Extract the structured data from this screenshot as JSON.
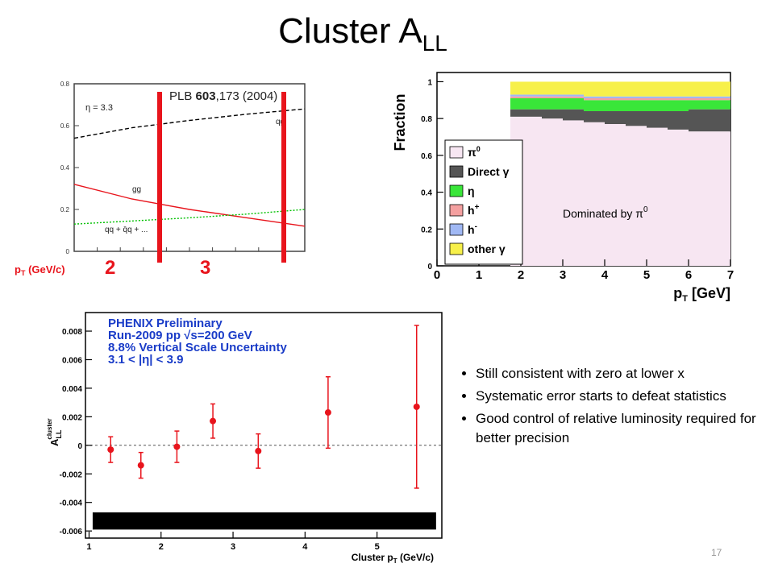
{
  "slide": {
    "title_main": "Cluster A",
    "title_sub": "LL",
    "page_number": "17",
    "bullets": [
      "Still consistent with zero at lower x",
      "Systematic error starts to defeat statistics",
      "Good control of relative luminosity required for better precision"
    ],
    "pt_label_main": "p",
    "pt_label_sub": "T",
    "pt_label_units": "(GeV/c)",
    "pt_marker_2": "2",
    "pt_marker_3": "3",
    "dominated_text": "Dominated by π",
    "dominated_sup": "0",
    "accent_color": "#e8141c"
  },
  "chart_data": [
    {
      "type": "line",
      "annotation_main": "PLB ",
      "annotation_bold": "603",
      "annotation_rest": ",173 (2004)",
      "eta_label": "η = 3.3",
      "ylim": [
        0,
        0.8
      ],
      "y_ticks": [
        "0",
        "0.2",
        "0.4",
        "0.6",
        "0.8"
      ],
      "series": [
        {
          "name": "qg",
          "style": "dashed",
          "color": "#000000",
          "x": [
            0,
            0.25,
            0.5,
            0.75,
            1.0
          ],
          "y": [
            0.54,
            0.59,
            0.625,
            0.655,
            0.68
          ]
        },
        {
          "name": "gg",
          "style": "solid",
          "color": "#e8141c",
          "x": [
            0,
            0.25,
            0.5,
            0.75,
            1.0
          ],
          "y": [
            0.32,
            0.25,
            0.2,
            0.16,
            0.12
          ]
        },
        {
          "name": "qq + q̄q + ...",
          "style": "dotted",
          "color": "#00c000",
          "x": [
            0,
            0.25,
            0.5,
            0.75,
            1.0
          ],
          "y": [
            0.13,
            0.145,
            0.16,
            0.178,
            0.2
          ]
        }
      ]
    },
    {
      "type": "bar",
      "ylabel": "Fraction",
      "xlabel_main": "p",
      "xlabel_sub": "T",
      "xlabel_units": " [GeV]",
      "xlim": [
        0,
        7
      ],
      "ylim": [
        0,
        1.05
      ],
      "x_ticks": [
        "0",
        "1",
        "2",
        "3",
        "4",
        "5",
        "6",
        "7"
      ],
      "y_ticks": [
        "0",
        "0.2",
        "0.4",
        "0.6",
        "0.8",
        "1"
      ],
      "bin_edges": [
        1.75,
        2,
        2.5,
        3,
        3.5,
        4,
        4.5,
        5,
        5.5,
        6,
        7
      ],
      "series": [
        {
          "name": "π0",
          "color": "#f7e6f2",
          "values": [
            0.81,
            0.81,
            0.8,
            0.79,
            0.78,
            0.77,
            0.76,
            0.75,
            0.74,
            0.73
          ]
        },
        {
          "name": "Direct γ",
          "color": "#555555",
          "values": [
            0.04,
            0.04,
            0.05,
            0.06,
            0.06,
            0.07,
            0.08,
            0.09,
            0.1,
            0.12
          ]
        },
        {
          "name": "η",
          "color": "#39e639",
          "values": [
            0.06,
            0.06,
            0.06,
            0.06,
            0.06,
            0.06,
            0.06,
            0.06,
            0.06,
            0.05
          ]
        },
        {
          "name": "h+",
          "color": "#f4a0a0",
          "values": [
            0.01,
            0.01,
            0.01,
            0.01,
            0.01,
            0.01,
            0.01,
            0.01,
            0.01,
            0.01
          ]
        },
        {
          "name": "h-",
          "color": "#a0b8f4",
          "values": [
            0.01,
            0.01,
            0.01,
            0.01,
            0.01,
            0.01,
            0.01,
            0.01,
            0.01,
            0.01
          ]
        },
        {
          "name": "other γ",
          "color": "#f7f04a",
          "values": [
            0.07,
            0.07,
            0.07,
            0.07,
            0.08,
            0.08,
            0.08,
            0.08,
            0.08,
            0.08
          ]
        }
      ]
    },
    {
      "type": "scatter",
      "header_lines": [
        "PHENIX Preliminary",
        "Run-2009 pp √s=200 GeV",
        "8.8% Vertical Scale Uncertainty",
        "3.1 < |η| < 3.9"
      ],
      "xlabel": "Cluster p",
      "xlabel_sub": "T",
      "xlabel_units": " (GeV/c)",
      "ylabel_main": "A",
      "ylabel_sub": "LL",
      "ylabel_sup": "cluster",
      "xlim": [
        0.95,
        5.9
      ],
      "ylim": [
        -0.0065,
        0.0093
      ],
      "x_ticks": [
        "1",
        "2",
        "3",
        "4",
        "5"
      ],
      "y_ticks": [
        "-0.006",
        "-0.004",
        "-0.002",
        "0",
        "0.002",
        "0.004",
        "0.006",
        "0.008"
      ],
      "point_color": "#e8141c",
      "points": [
        {
          "x": 1.3,
          "y": -0.0003,
          "err": 0.0009
        },
        {
          "x": 1.72,
          "y": -0.0014,
          "err": 0.0009
        },
        {
          "x": 2.22,
          "y": -0.0001,
          "err": 0.0011
        },
        {
          "x": 2.72,
          "y": 0.0017,
          "err": 0.0012
        },
        {
          "x": 3.35,
          "y": -0.0004,
          "err": 0.0012
        },
        {
          "x": 4.32,
          "y": 0.0023,
          "err": 0.0025
        },
        {
          "x": 5.55,
          "y": 0.0027,
          "err": 0.0057
        }
      ],
      "systematic_band": {
        "x": [
          1.05,
          5.82
        ],
        "y": [
          -0.0059,
          -0.0047
        ],
        "color": "#000000"
      }
    }
  ]
}
